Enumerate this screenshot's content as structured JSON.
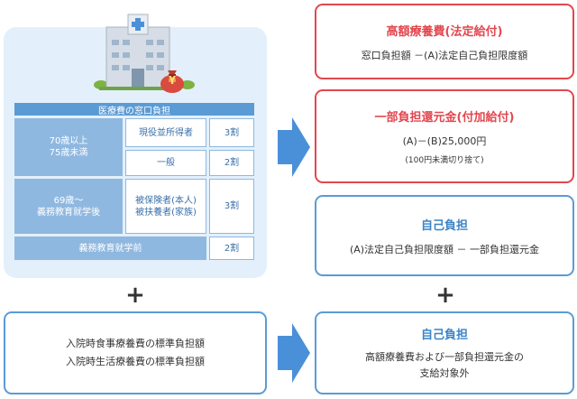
{
  "left": {
    "table_title": "医療費の窓口負担",
    "rows": [
      {
        "age": "70歳以上\n75歳未満",
        "sub": "現役並所得者",
        "rate": "3割"
      },
      {
        "age": "",
        "sub": "一般",
        "rate": "2割"
      },
      {
        "age": "69歳～\n義務教育就学後",
        "sub": "被保険者(本人)\n被扶養者(家族)",
        "rate": "3割"
      },
      {
        "age": "義務教育就学前",
        "sub": "",
        "rate": "2割"
      }
    ],
    "bottom_box": "入院時食事療養費の標準負担額\n入院時生活療養費の標準負担額"
  },
  "right": {
    "box1": {
      "title": "高額療養費(法定給付)",
      "body": "窓口負担額 －(A)法定自己負担限度額"
    },
    "box2": {
      "title": "一部負担還元金(付加給付)",
      "body": "(A)－(B)25,000円",
      "note": "(100円未満切り捨て)"
    },
    "box3": {
      "title": "自己負担",
      "body": "(A)法定自己負担限度額 － 一部負担還元金"
    },
    "box4": {
      "title": "自己負担",
      "body": "高額療養費および一部負担還元金の\n支給対象外"
    }
  },
  "plus_sign": "+",
  "yen_symbol": "¥",
  "colors": {
    "red": "#e2474f",
    "blue": "#5b9bd5",
    "light_blue": "#8fb8e0",
    "panel": "#e3f0fb"
  },
  "icons": [
    "hospital-icon",
    "money-bag-icon",
    "arrow-right-icon",
    "plus-icon"
  ]
}
